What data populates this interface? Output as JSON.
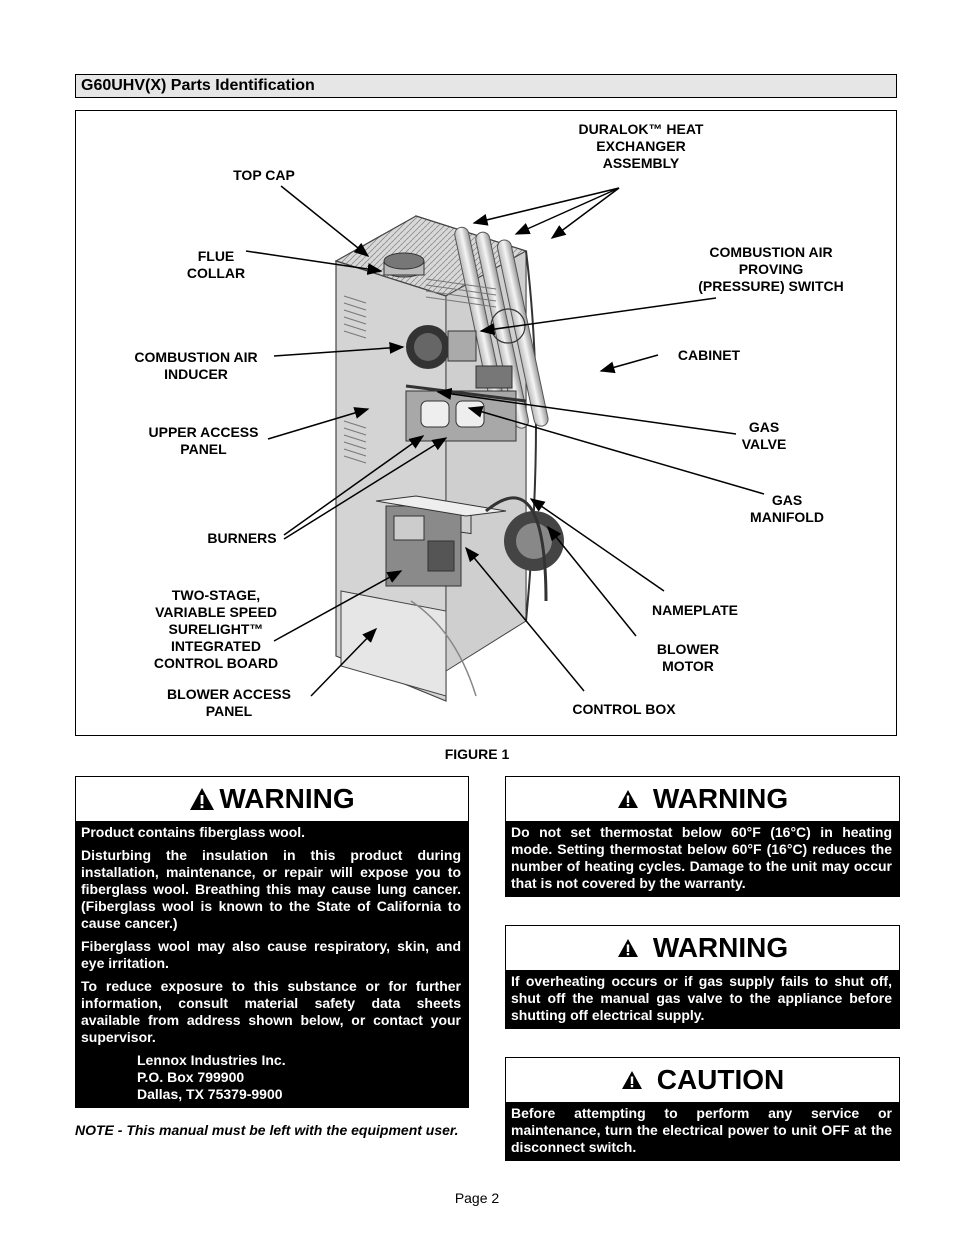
{
  "section_title": "G60UHV(X) Parts Identification",
  "figure": {
    "labels": {
      "top_cap": "TOP CAP",
      "flue_collar": "FLUE\nCOLLAR",
      "combustion_air_inducer": "COMBUSTION AIR\nINDUCER",
      "upper_access_panel": "UPPER ACCESS\nPANEL",
      "burners": "BURNERS",
      "control_board": "TWO-STAGE,\nVARIABLE SPEED\nSURELIGHT™\nINTEGRATED\nCONTROL BOARD",
      "blower_access_panel": "BLOWER ACCESS\nPANEL",
      "heat_exchanger": "DURALOK™ HEAT\nEXCHANGER\nASSEMBLY",
      "pressure_switch": "COMBUSTION AIR\nPROVING\n(PRESSURE) SWITCH",
      "cabinet": "CABINET",
      "gas_valve": "GAS\nVALVE",
      "gas_manifold": "GAS\nMANIFOLD",
      "nameplate": "NAMEPLATE",
      "blower_motor": "BLOWER\nMOTOR",
      "control_box": "CONTROL BOX"
    },
    "caption": "FIGURE 1"
  },
  "warning_fiberglass": {
    "title": "WARNING",
    "paragraphs": [
      "Product contains fiberglass wool.",
      "Disturbing the insulation in this product during installation, maintenance, or repair will expose you to fiberglass wool. Breathing this may cause lung cancer. (Fiberglass wool is known to the State of California to cause cancer.)",
      "Fiberglass wool may also cause respiratory, skin, and eye irritation.",
      "To reduce exposure to this substance or for further information, consult material safety data sheets available from address shown below, or contact your supervisor."
    ],
    "address": [
      "Lennox Industries Inc.",
      "P.O. Box 799900",
      "Dallas, TX 75379-9900"
    ]
  },
  "note": "NOTE - This manual must be left with the equipment user.",
  "warning_thermostat": {
    "title": "WARNING",
    "text": "Do not set thermostat below 60°F (16°C) in heating mode. Setting thermostat below 60°F (16°C) reduces the number of heating cycles. Damage to the unit may occur that is not covered by the warranty."
  },
  "warning_overheating": {
    "title": "WARNING",
    "text": "If overheating occurs or if gas supply fails to shut off, shut off the manual gas valve to the appliance before shutting off electrical supply."
  },
  "caution": {
    "title": "CAUTION",
    "text": "Before attempting to perform any service or maintenance, turn the electrical power to unit OFF at the disconnect switch."
  },
  "page_number": "Page 2"
}
